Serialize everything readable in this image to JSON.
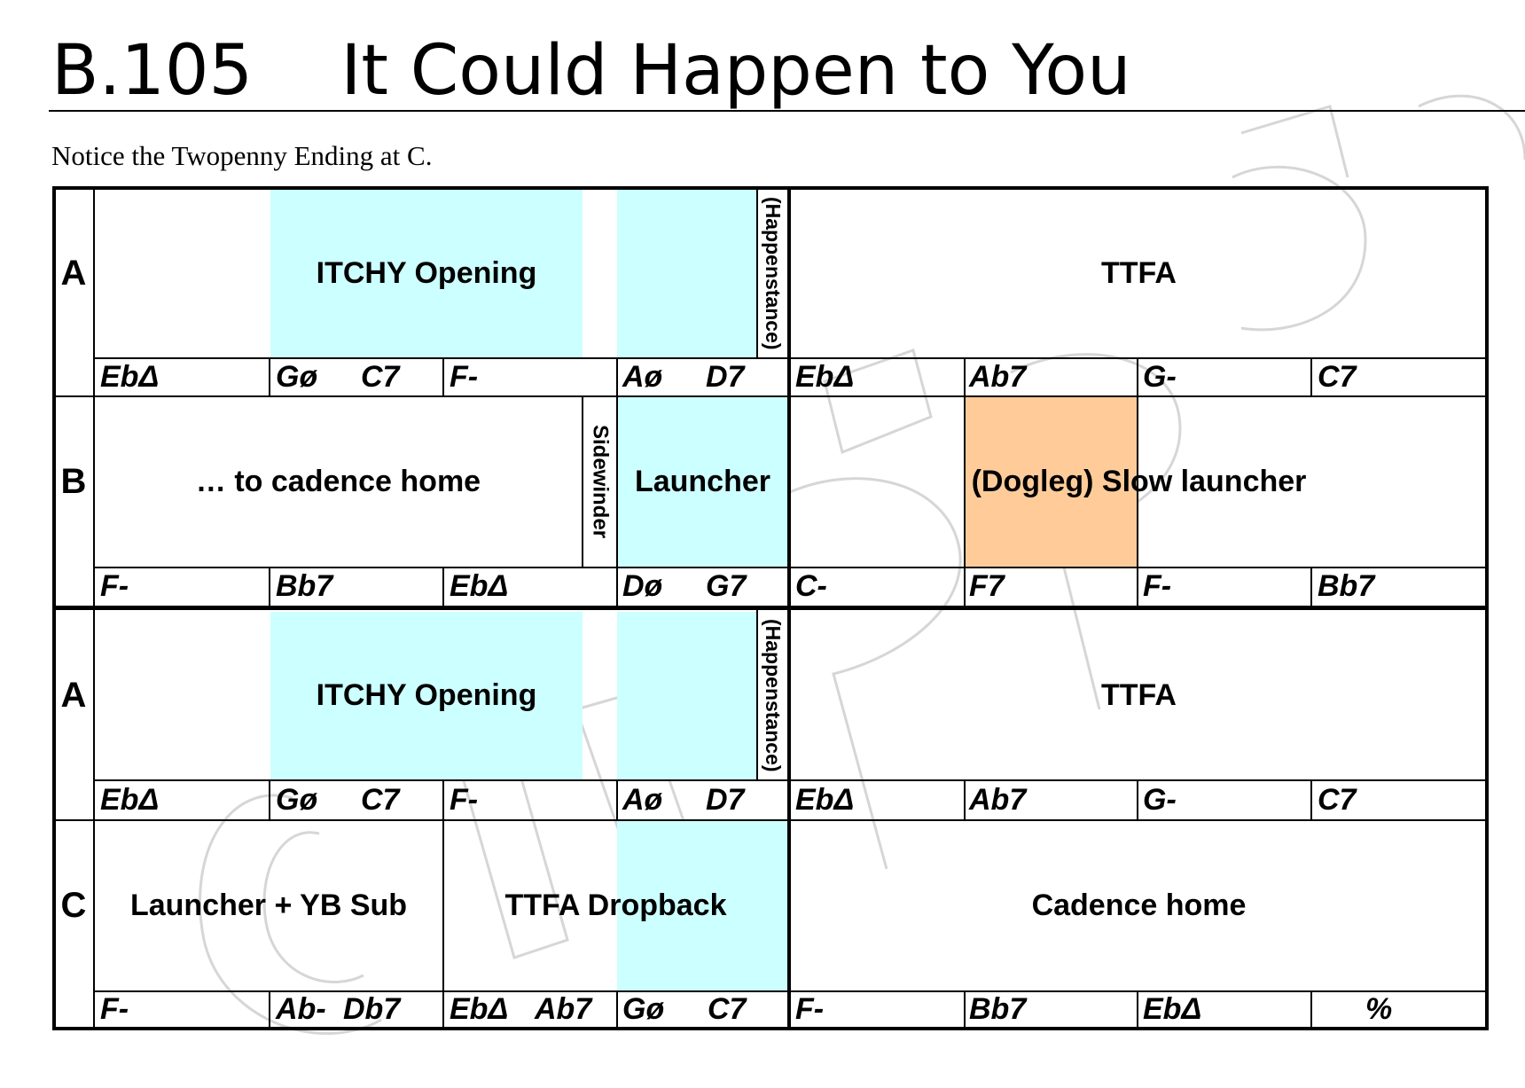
{
  "header": {
    "title": "B.105    It Could Happen to You",
    "note": "Notice the Twopenny Ending at C."
  },
  "colors": {
    "highlight_cyan": "#ccffff",
    "highlight_orange": "#ffcc99",
    "line": "#000000"
  },
  "watermark": {
    "icon": "guitar-watermark-icon"
  },
  "sections": [
    {
      "letter": "A",
      "labels": [
        "ITCHY Opening",
        "(Happenstance)",
        "TTFA"
      ],
      "chords": [
        "EbΔ",
        "Gø",
        "C7",
        "F-",
        "Aø",
        "D7",
        "EbΔ",
        "Ab7",
        "G-",
        "C7"
      ]
    },
    {
      "letter": "B",
      "labels": [
        "… to cadence home",
        "Sidewinder",
        "Launcher",
        "(Dogleg) Slow launcher"
      ],
      "chords": [
        "F-",
        "Bb7",
        "EbΔ",
        "Dø",
        "G7",
        "C-",
        "F7",
        "F-",
        "Bb7"
      ]
    },
    {
      "letter": "A",
      "labels": [
        "ITCHY Opening",
        "(Happenstance)",
        "TTFA"
      ],
      "chords": [
        "EbΔ",
        "Gø",
        "C7",
        "F-",
        "Aø",
        "D7",
        "EbΔ",
        "Ab7",
        "G-",
        "C7"
      ]
    },
    {
      "letter": "C",
      "labels": [
        "Launcher + YB Sub",
        "TTFA Dropback",
        "Cadence home"
      ],
      "chords": [
        "F-",
        "Ab-",
        "Db7",
        "EbΔ",
        "Ab7",
        "Gø",
        "C7",
        "F-",
        "Bb7",
        "EbΔ",
        "%"
      ]
    }
  ]
}
